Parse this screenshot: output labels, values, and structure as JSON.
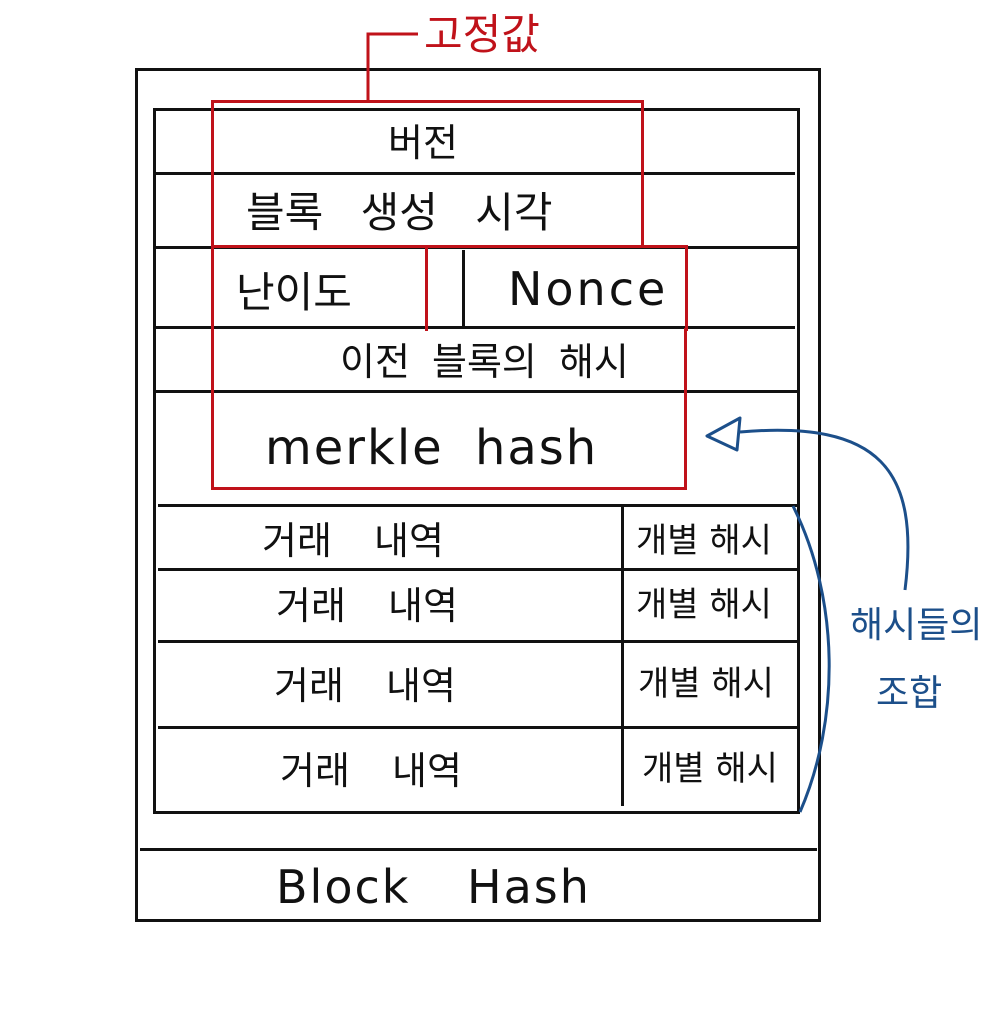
{
  "colors": {
    "ink": "#111111",
    "highlight_red": "#c0121a",
    "annotation_blue": "#1c4f8a"
  },
  "labels": {
    "fixed_value": "고정값",
    "version": "버전",
    "block_created_time": "블록 생성 시각",
    "difficulty": "난이도",
    "nonce": "Nonce",
    "prev_block_hash": "이전 블록의 해시",
    "merkle_hash": "merkle hash",
    "block_hash": "Block Hash",
    "hash_combination_line1": "해시들의",
    "hash_combination_line2": "조합"
  },
  "transactions": [
    {
      "record": "거래 내역",
      "hash": "개별 해시"
    },
    {
      "record": "거래 내역",
      "hash": "개별 해시"
    },
    {
      "record": "거래 내역",
      "hash": "개별 해시"
    },
    {
      "record": "거래 내역",
      "hash": "개별 해시"
    }
  ]
}
